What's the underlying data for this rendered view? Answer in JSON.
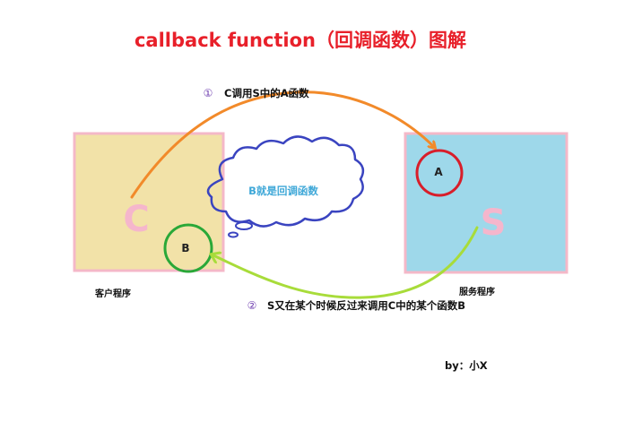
{
  "title": "callback function（回调函数）图解",
  "client": {
    "letter": "C",
    "caption": "客户程序"
  },
  "server": {
    "letter": "S",
    "caption": "服务程序"
  },
  "circle_a": "A",
  "circle_b": "B",
  "cloud_text": "B就是回调函数",
  "step1": {
    "num": "①",
    "text": "C调用S中的A函数"
  },
  "step2": {
    "num": "②",
    "text": "S又在某个时候反过来调用C中的某个函数B"
  },
  "author": "by：小X",
  "colors": {
    "title": "#e8202a",
    "client_fill": "#f2e2a8",
    "server_fill": "#9ed8ea",
    "box_border": "#f4b8c8",
    "big_letter": "#f5b6cc",
    "arrow_1": "#f28a2a",
    "arrow_2": "#a8dc3a",
    "circle_a": "#d81e2a",
    "circle_b": "#2aa838",
    "cloud": "#3a44c0",
    "cloud_text": "#3fa8d8",
    "step_num": "#7040b0"
  }
}
